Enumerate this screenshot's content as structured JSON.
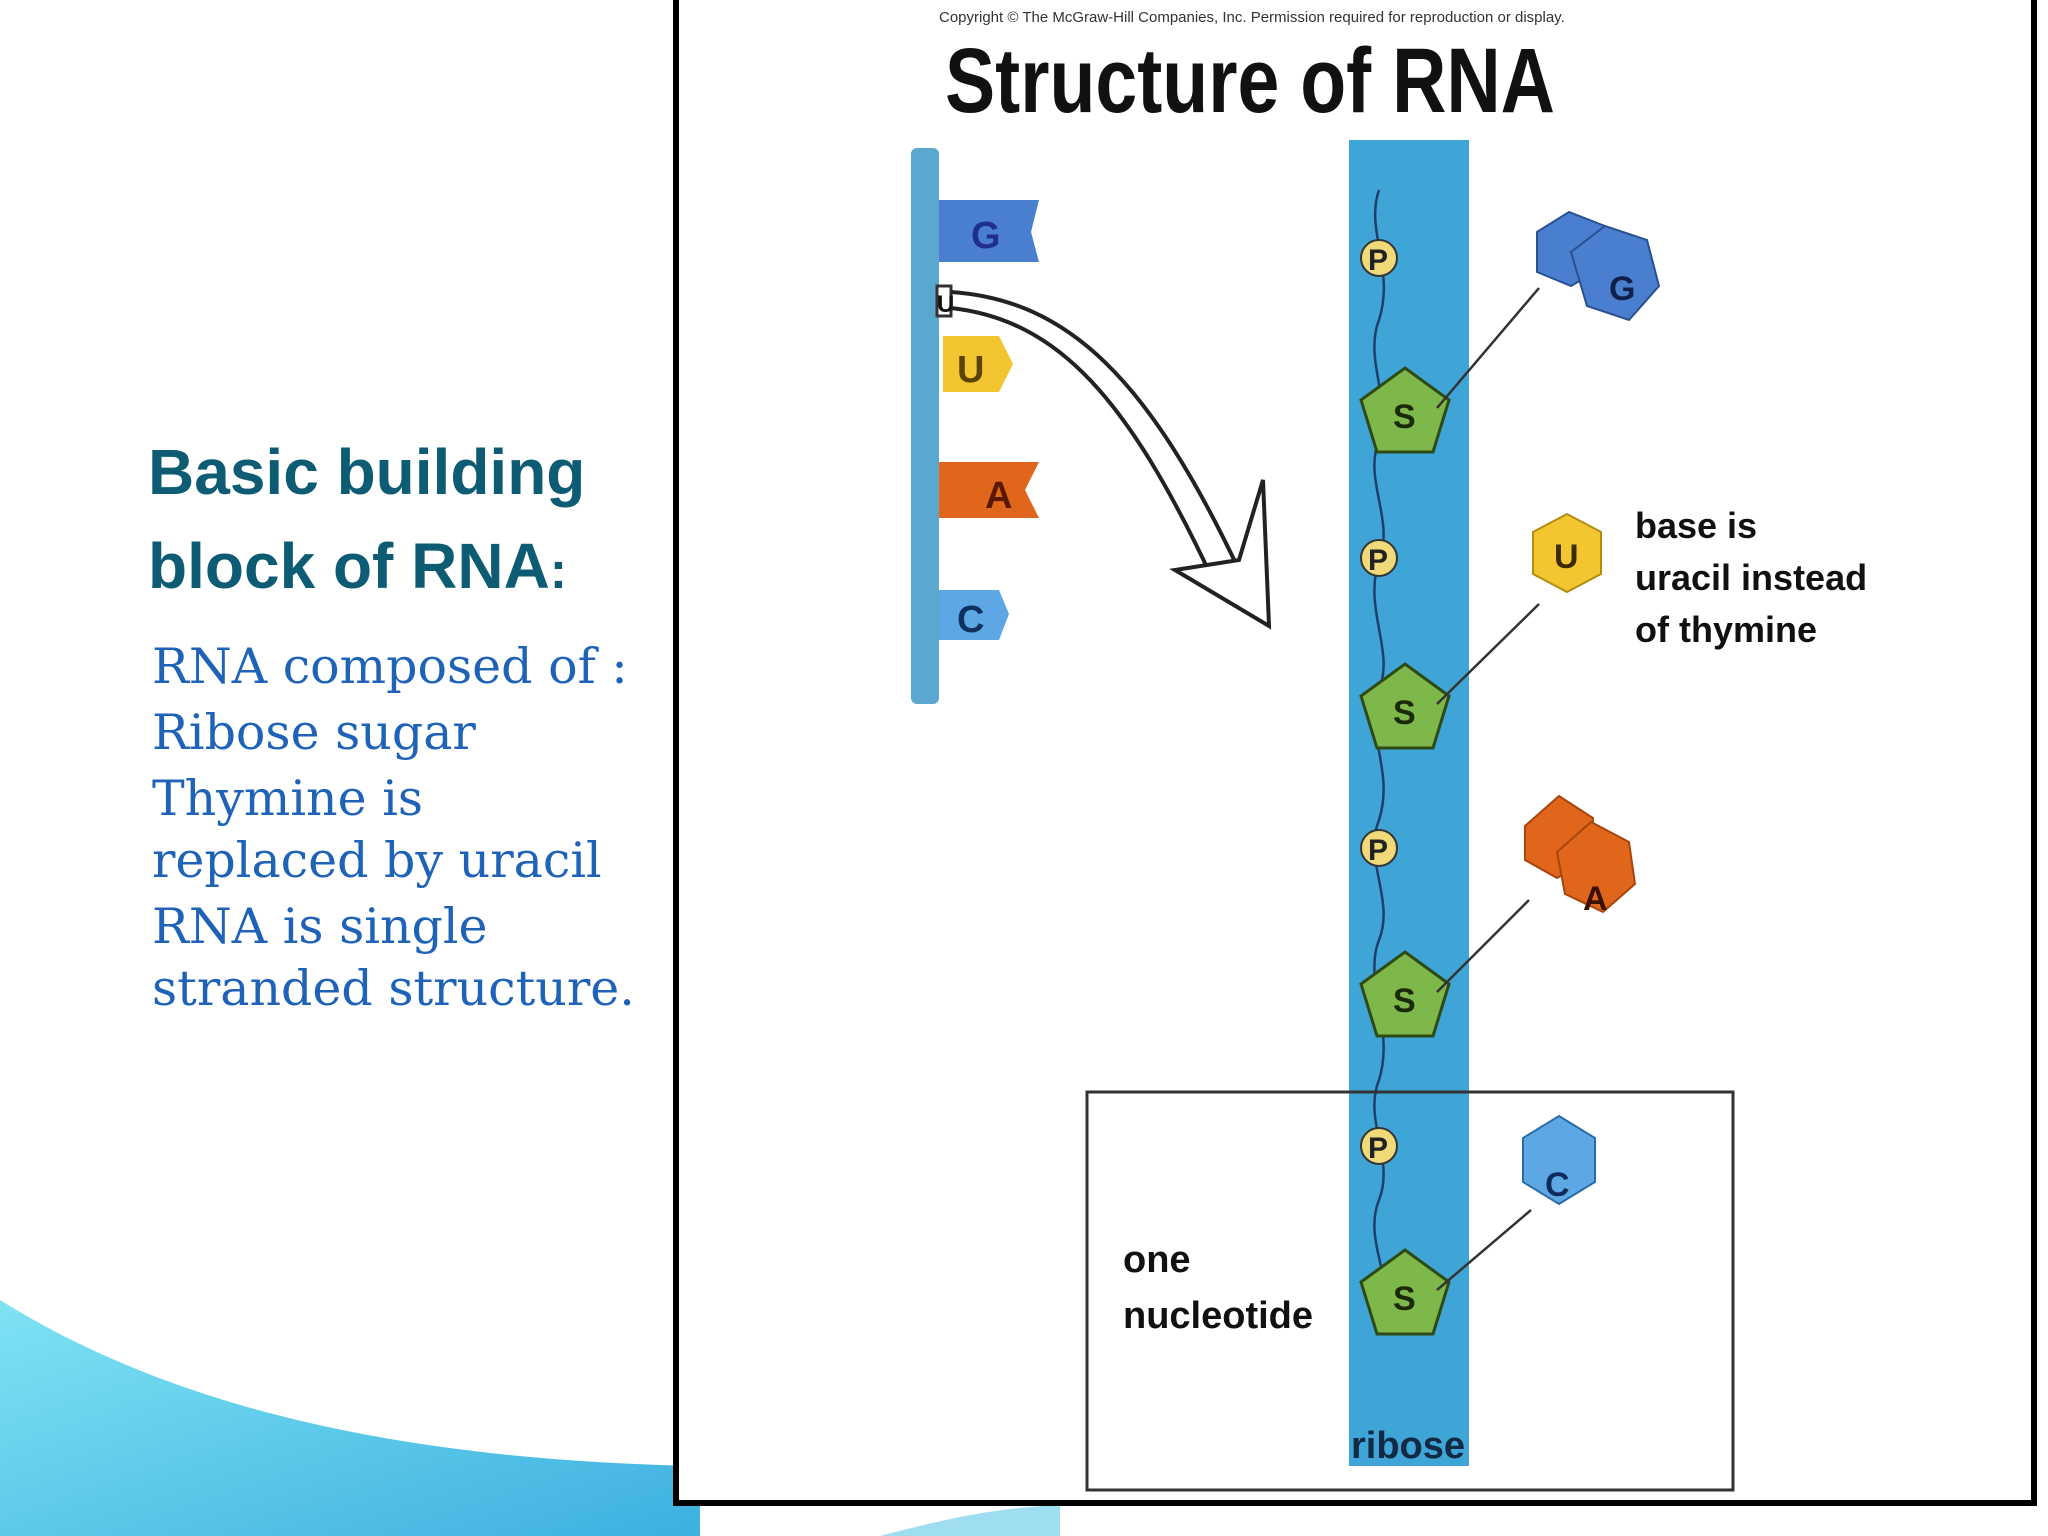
{
  "slide": {
    "heading": "Basic building block of RNA",
    "heading_colon": ":",
    "body_lines": [
      "RNA composed of :",
      "Ribose sugar",
      "Thymine is replaced by uracil",
      "RNA is single stranded structure."
    ]
  },
  "figure": {
    "copyright": "Copyright © The McGraw-Hill Companies, Inc. Permission required for reproduction or display.",
    "title": "Structure of RNA",
    "strand_bases": [
      "G",
      "U",
      "U",
      "A",
      "C"
    ],
    "phosphate_label": "P",
    "sugar_label": "S",
    "nucleotide_bases": [
      "G",
      "U",
      "A",
      "C"
    ],
    "base_note": [
      "base is",
      "uracil instead",
      "of thymine"
    ],
    "box_label": [
      "one",
      "nucleotide"
    ],
    "ribose_label": "ribose",
    "colors": {
      "backbone": "#3fa4d6",
      "sugar": "#7fb84a",
      "phosphate": "#f0d978",
      "guanine": "#4a7fd0",
      "uracil": "#f2c531",
      "adenine": "#e0661c",
      "cytosine": "#5da7e4",
      "heading": "#0d5c74",
      "body_text": "#1f63b8"
    }
  }
}
